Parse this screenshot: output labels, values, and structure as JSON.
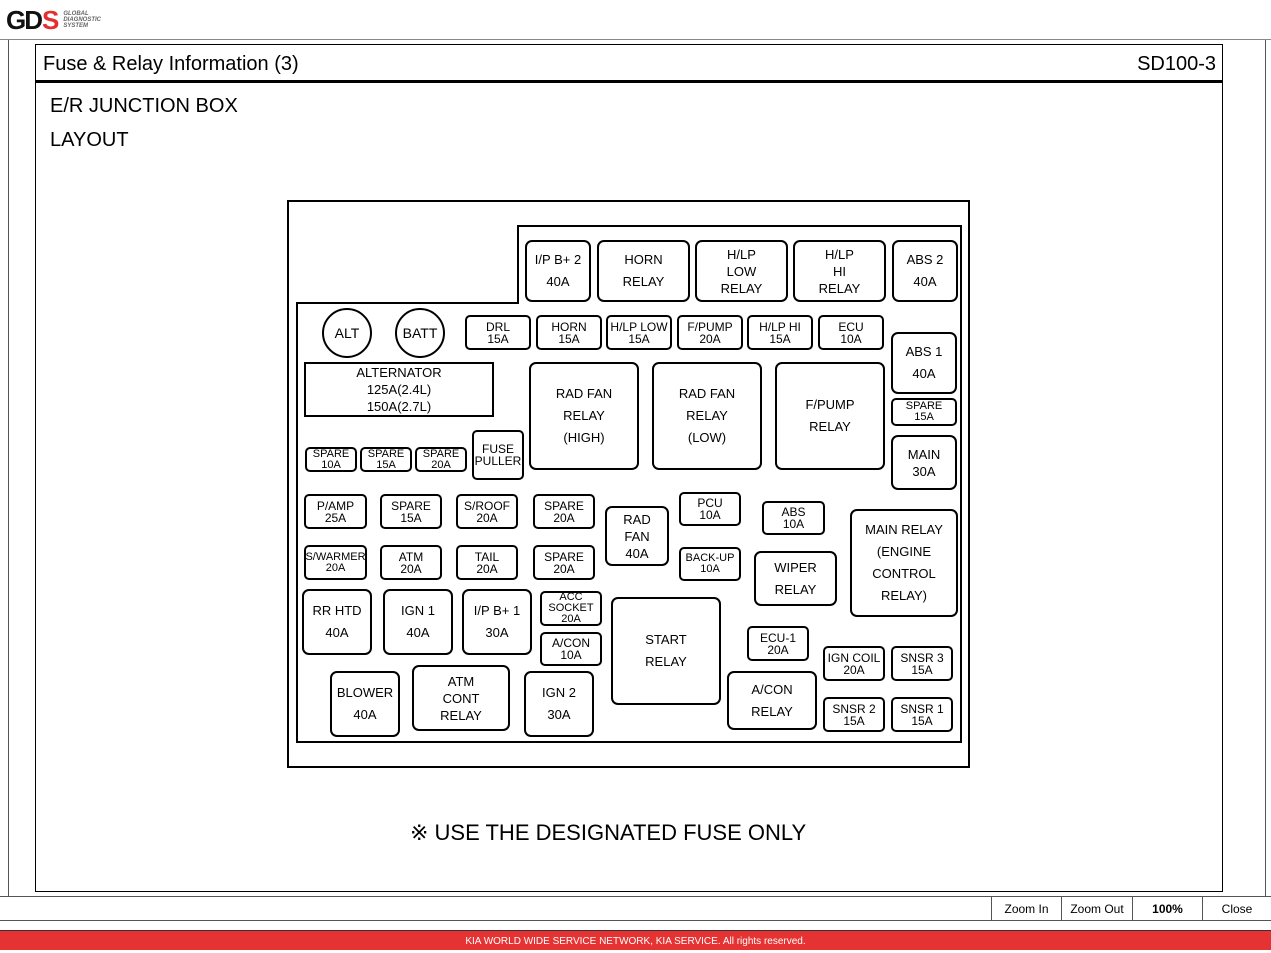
{
  "header": {
    "logo_text": "GDS",
    "logo_sub": "GLOBAL DIAGNOSTIC SYSTEM"
  },
  "doc": {
    "title": "Fuse & Relay Information (3)",
    "code": "SD100-3",
    "heading1": "E/R JUNCTION BOX",
    "heading2": "LAYOUT",
    "note": "※ USE THE DESIGNATED FUSE ONLY"
  },
  "fuses": [
    "I/P B+ 2\n40A",
    "HORN\nRELAY",
    "H/LP\nLOW\nRELAY",
    "H/LP\nHI\nRELAY",
    "ABS 2\n40A",
    "ALT",
    "BATT",
    "DRL\n15A",
    "HORN\n15A",
    "H/LP LOW\n15A",
    "F/PUMP\n20A",
    "H/LP HI\n15A",
    "ECU\n10A",
    "ABS 1\n40A",
    "ALTERNATOR\n125A(2.4L)\n150A(2.7L)",
    "RAD FAN\nRELAY\n(HIGH)",
    "RAD FAN\nRELAY\n(LOW)",
    "F/PUMP\nRELAY",
    "SPARE\n15A",
    "MAIN\n30A",
    "SPARE\n10A",
    "SPARE\n15A",
    "SPARE\n20A",
    "FUSE\nPULLER",
    "P/AMP\n25A",
    "SPARE\n15A",
    "S/ROOF\n20A",
    "SPARE\n20A",
    "RAD\nFAN\n40A",
    "PCU\n10A",
    "ABS\n10A",
    "MAIN RELAY\n(ENGINE\nCONTROL\nRELAY)",
    "S/WARMER\n20A",
    "ATM\n20A",
    "TAIL\n20A",
    "SPARE\n20A",
    "BACK-UP\n10A",
    "WIPER\nRELAY",
    "RR HTD\n40A",
    "IGN 1\n40A",
    "I/P B+ 1\n30A",
    "ACC\nSOCKET\n20A",
    "START\nRELAY",
    "A/CON\n10A",
    "ECU-1\n20A",
    "IGN COIL\n20A",
    "SNSR 3\n15A",
    "BLOWER\n40A",
    "ATM\nCONT\nRELAY",
    "IGN 2\n30A",
    "A/CON\nRELAY",
    "SNSR 2\n15A",
    "SNSR 1\n15A"
  ],
  "toolbar": {
    "zoom_in": "Zoom In",
    "zoom_out": "Zoom Out",
    "zoom_level": "100%",
    "close": "Close"
  },
  "footer": {
    "text": "KIA WORLD WIDE SERVICE NETWORK, KIA SERVICE. All rights reserved."
  }
}
